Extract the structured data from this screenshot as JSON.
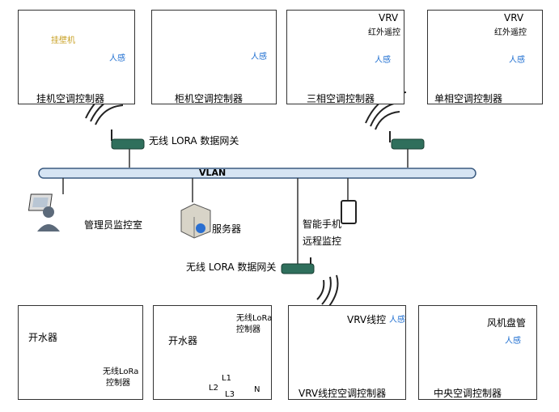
{
  "top_boxes": [
    {
      "label": "挂机空调控制器",
      "sensor": "人感",
      "device_tag": "挂壁机"
    },
    {
      "label": "柜机空调控制器",
      "sensor": "人感"
    },
    {
      "label": "三相空调控制器",
      "sensor": "人感",
      "vrv": "VRV",
      "remote": "红外遥控"
    },
    {
      "label": "单相空调控制器",
      "sensor": "人感",
      "vrv": "VRV",
      "remote": "红外遥控"
    }
  ],
  "gateway_top": "无线 LORA 数据网关",
  "gateway_mid": "无线 LORA 数据网关",
  "vlan": "VLAN",
  "nodes": {
    "admin": "管理员监控室",
    "server": "服务器",
    "phone_line1": "智能手机",
    "phone_line2": "远程监控"
  },
  "bottom_boxes": [
    {
      "label_top": "开水器",
      "lora1": "无线LoRa",
      "lora2": "控制器"
    },
    {
      "label_top": "开水器",
      "lora1": "无线LoRa",
      "lora2": "控制器",
      "l1": "L1",
      "l2": "L2",
      "l3": "L3",
      "n": "N"
    },
    {
      "vrv_wire": "VRV线控",
      "sensor": "人感",
      "label": "VRV线控空调控制器"
    },
    {
      "fan": "风机盘管",
      "sensor": "人感",
      "label": "中央空调控制器"
    }
  ]
}
